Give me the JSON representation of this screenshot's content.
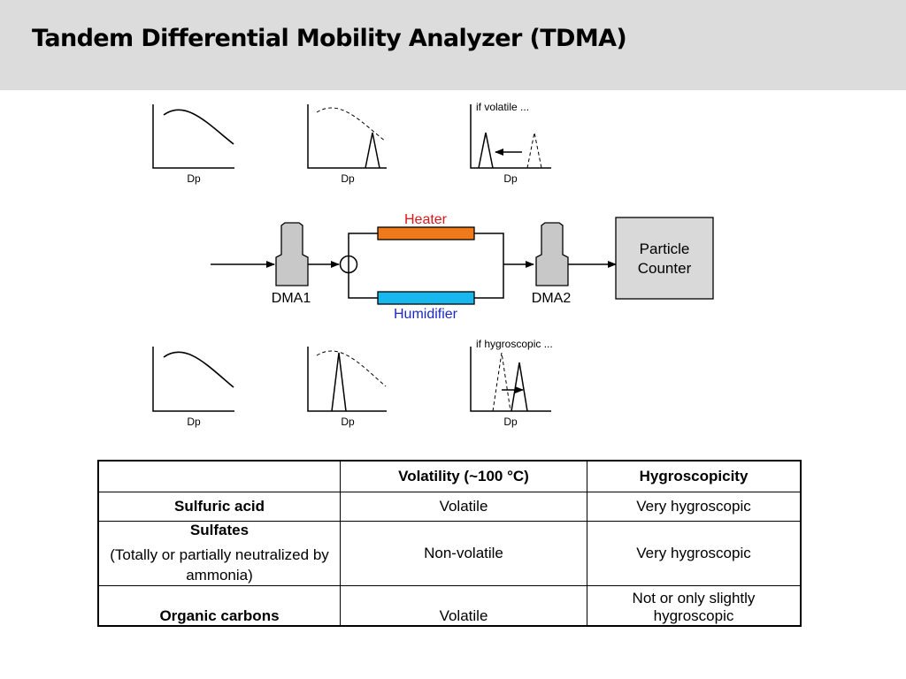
{
  "slide": {
    "title": "Tandem Differential Mobility Analyzer (TDMA)"
  },
  "diagram": {
    "axis_label": "Dp",
    "note_volatile": "if volatile ...",
    "note_hygroscopic": "if hygroscopic ...",
    "heater_label": "Heater",
    "humidifier_label": "Humidifier",
    "dma1_label": "DMA1",
    "dma2_label": "DMA2",
    "counter_label_line1": "Particle",
    "counter_label_line2": "Counter",
    "colors": {
      "heater": "#f07a1a",
      "heater_text": "#e0161a",
      "humidifier": "#18b8ee",
      "humidifier_text": "#1c27c4",
      "dma_fill": "#c8c8c8",
      "counter_fill": "#d9d9d9"
    }
  },
  "table": {
    "headers": [
      "",
      "Volatility (~100 °C)",
      "Hygroscopicity"
    ],
    "rows": [
      {
        "name": "Sulfuric acid",
        "name_detail": "",
        "volatility": "Volatile",
        "hygroscopicity": "Very hygroscopic"
      },
      {
        "name": "Sulfates",
        "name_detail": "(Totally or partially neutralized by ammonia)",
        "volatility": "Non-volatile",
        "hygroscopicity": "Very hygroscopic"
      },
      {
        "name": "Organic carbons",
        "name_detail": "",
        "volatility": "Volatile",
        "hygroscopicity": "Not or only slightly hygroscopic"
      }
    ]
  }
}
